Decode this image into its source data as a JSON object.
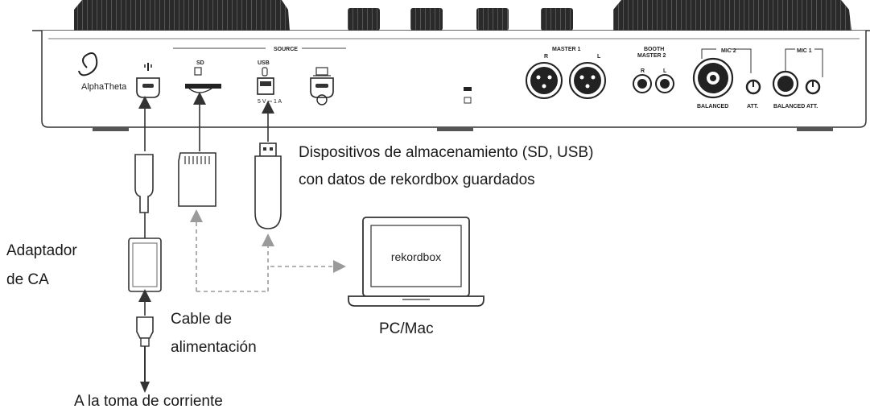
{
  "panel": {
    "brand": "AlphaTheta",
    "source_label": "SOURCE",
    "sd_label": "SD",
    "usb_label": "USB",
    "usb_rating": "5 V ⎓ 1 A",
    "master1_label": "MASTER 1",
    "master1_r": "R",
    "master1_l": "L",
    "booth_label": "BOOTH",
    "master2_label": "MASTER 2",
    "booth_r": "R",
    "booth_l": "L",
    "mic2_label": "MIC 2",
    "mic1_label": "MIC 1",
    "balanced_1": "BALANCED",
    "balanced_2": "BALANCED",
    "att_1": "ATT.",
    "att_2": "ATT."
  },
  "labels": {
    "storage_line1": "Dispositivos de almacenamiento (SD, USB)",
    "storage_line2": "con datos de rekordbox guardados",
    "ac_adapter_line1": "Adaptador",
    "ac_adapter_line2": "de CA",
    "power_cable_line1": "Cable de",
    "power_cable_line2": "alimentación",
    "outlet": "A la toma de corriente",
    "computer": "PC/Mac",
    "screen_app": "rekordbox"
  },
  "colors": {
    "line": "#333333",
    "dashed": "#9a9a9a",
    "knob": "#2a2a2a"
  }
}
